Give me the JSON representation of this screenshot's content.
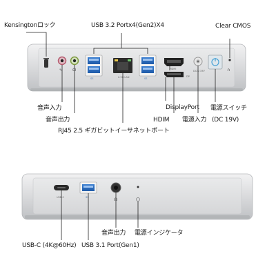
{
  "top_labels": {
    "kensington": "Kensingtonロック",
    "usb32": "USB 3.2 Portx4(Gen2)X4",
    "clear_cmos": "Clear CMOS"
  },
  "top_device_text": {
    "rj45_small": "2.5G LAN",
    "hdmi_small": "HDMI",
    "dp_small": "DP",
    "dc_small": "DCIN 19V",
    "usb_small_1": "SS",
    "usb_small_2": "SS"
  },
  "bottom_labels_top": {
    "audio_in": "音声入力",
    "audio_out": "音声出力",
    "rj45": "RJ45 2.5 ギガビットイーサネットポート",
    "hdim": "HDIM",
    "displayport": "DisplayPort",
    "power_in": "電源入力",
    "power_switch_1": "電源スイッチ",
    "power_switch_2": "(DC 19V)"
  },
  "bottom_device_text": {
    "usbc_small": "USB-C",
    "usb3_small": "SS"
  },
  "bottom_labels": {
    "audio_out": "音声出力",
    "power_indicator": "電源インジケータ",
    "usbc": "USB-C (4K@60Hz)",
    "usb31": "USB 3.1 Port(Gen1)"
  }
}
